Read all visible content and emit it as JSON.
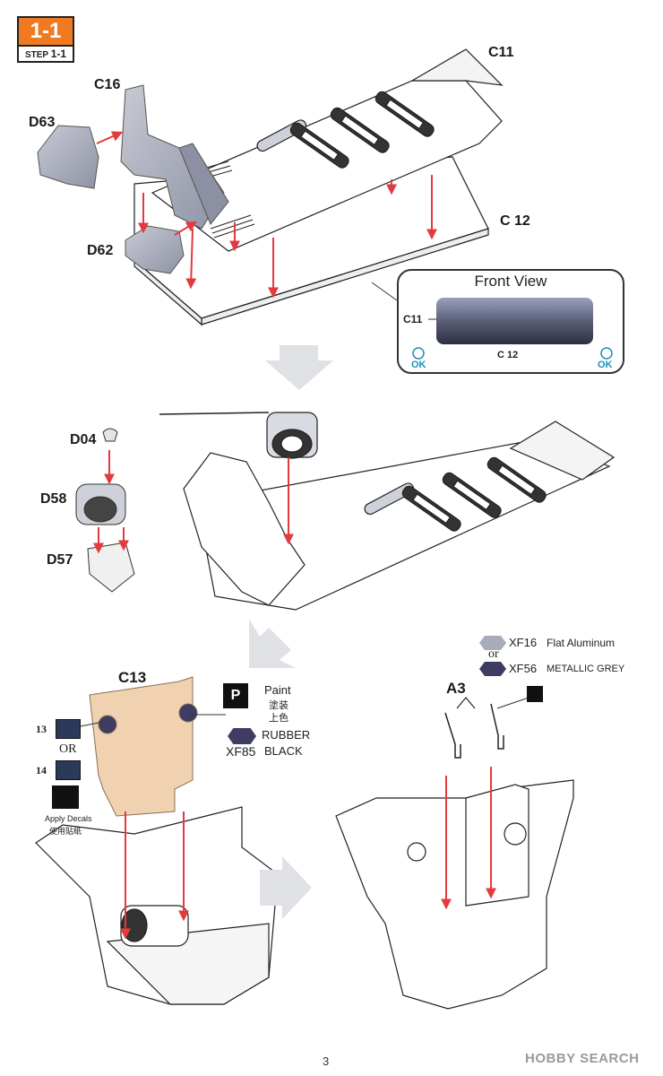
{
  "step": {
    "number": "1-1",
    "sub_prefix": "STEP",
    "sub_number": "1-1"
  },
  "parts": {
    "c11": "C11",
    "c16": "C16",
    "d63": "D63",
    "c12": "C 12",
    "d62": "D62",
    "d04": "D04",
    "d58": "D58",
    "d57": "D57",
    "c13": "C13",
    "a3": "A3"
  },
  "front_view": {
    "title": "Front View",
    "left_label": "C11",
    "bottom_label": "C 12",
    "ok_left": "OK",
    "ok_right": "OK"
  },
  "paint": {
    "icon_letter": "P",
    "label_en": "Paint",
    "label_cn1": "塗装",
    "label_cn2": "上色",
    "code": "XF85",
    "name1": "RUBBER",
    "name2": "BLACK"
  },
  "metal_paint": {
    "opt1_code": "XF16",
    "opt1_name": "Flat Aluminum",
    "or_text": "or",
    "opt2_code": "XF56",
    "opt2_name": "METALLIC GREY"
  },
  "decals": {
    "decal13": "13",
    "or_text": "OR",
    "decal14": "14",
    "apply_en": "Apply Decals",
    "apply_cn": "使用貼紙"
  },
  "footer": {
    "page": "3",
    "watermark": "HOBBY SEARCH"
  },
  "colors": {
    "step_orange": "#f07a22",
    "arrow_red": "#e33a3f",
    "ok_blue": "#1b8fb5",
    "part_grey": "#a8abb9",
    "tan": "#f0d2b0"
  }
}
